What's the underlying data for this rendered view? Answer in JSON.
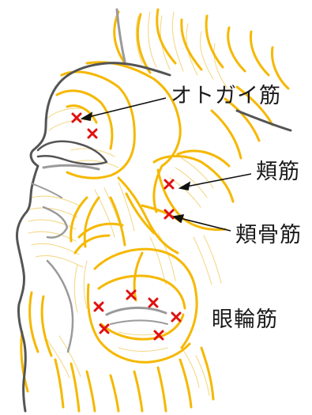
{
  "labels": {
    "otogai": "オトガイ筋",
    "kyo": "頬筋",
    "kyokotsu": "頬骨筋",
    "ganrin": "眼輪筋"
  },
  "colors": {
    "muscle_stroke": "#f5b800",
    "muscle_light": "#f3d98a",
    "outline": "#555555",
    "outline_light": "#9a9a9a",
    "marker": "#e01010",
    "arrow": "#111111"
  }
}
